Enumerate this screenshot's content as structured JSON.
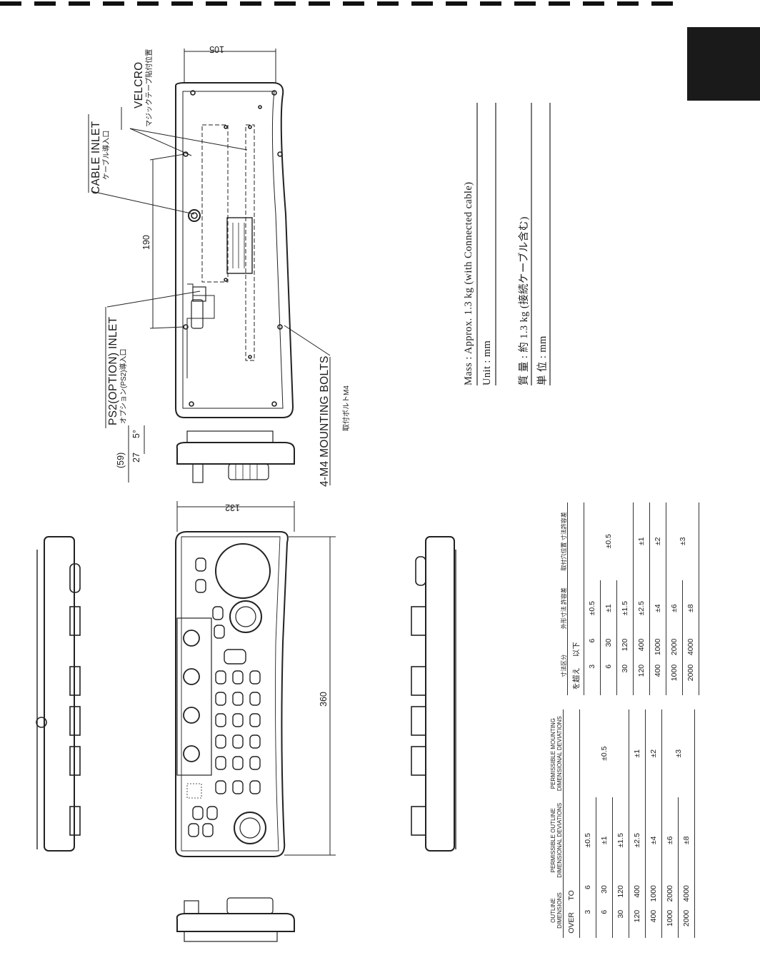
{
  "drawing": {
    "callouts": {
      "velcro": "VELCRO",
      "velcro_jp": "マジックテープ貼付位置",
      "cable_inlet": "CABLE INLET",
      "cable_inlet_jp": "ケーブル導入口",
      "ps2_inlet": "PS2(OPTION) INLET",
      "ps2_inlet_jp": "オプション(PS2)導入口",
      "mounting_bolts": "4-M4 MOUNTING BOLTS",
      "mounting_bolts_jp": "取付ボルトM4"
    },
    "dimensions": {
      "depth": "105",
      "hole_pitch": "190",
      "height_total": "(59)",
      "height_front": "27",
      "tilt": "5°",
      "width_short": "132",
      "width_long": "360"
    }
  },
  "specs": {
    "mass_en": "Mass : Approx. 1.3 kg (with Connected cable)",
    "unit_en": "Unit : mm",
    "mass_jp": "質 量 : 約 1.3 kg (接続ケーブル含む)",
    "unit_jp": "単 位 : mm"
  },
  "table_en": {
    "headers": {
      "outline": "OUTLINE DIMENSIONS",
      "over": "OVER",
      "to": "TO",
      "outline_dev": "PERMISSIBLE OUTLINE DIMENSIONAL DEVIATIONS",
      "mount_dev": "PERMISSIBLE MOUNTING DIMENSIONAL DEVIATIONS"
    },
    "rows": [
      {
        "over": "3",
        "to": "6",
        "outline": "±0.5"
      },
      {
        "over": "6",
        "to": "30",
        "outline": "±1"
      },
      {
        "over": "30",
        "to": "120",
        "outline": "±1.5"
      },
      {
        "over": "120",
        "to": "400",
        "outline": "±2.5"
      },
      {
        "over": "400",
        "to": "1000",
        "outline": "±4"
      },
      {
        "over": "1000",
        "to": "2000",
        "outline": "±6"
      },
      {
        "over": "2000",
        "to": "4000",
        "outline": "±8"
      }
    ],
    "mount": [
      "±0.5",
      "±1",
      "±2",
      "±3"
    ]
  },
  "table_jp": {
    "headers": {
      "range": "寸法区分",
      "over": "を超え",
      "to": "以下",
      "outline_dev": "外形寸法 許容差",
      "mount_dev": "取付穴位置 寸法許容差"
    },
    "rows": [
      {
        "over": "3",
        "to": "6",
        "outline": "±0.5"
      },
      {
        "over": "6",
        "to": "30",
        "outline": "±1"
      },
      {
        "over": "30",
        "to": "120",
        "outline": "±1.5"
      },
      {
        "over": "120",
        "to": "400",
        "outline": "±2.5"
      },
      {
        "over": "400",
        "to": "1000",
        "outline": "±4"
      },
      {
        "over": "1000",
        "to": "2000",
        "outline": "±6"
      },
      {
        "over": "2000",
        "to": "4000",
        "outline": "±8"
      }
    ],
    "mount": [
      "±0.5",
      "±1",
      "±2",
      "±3"
    ]
  }
}
